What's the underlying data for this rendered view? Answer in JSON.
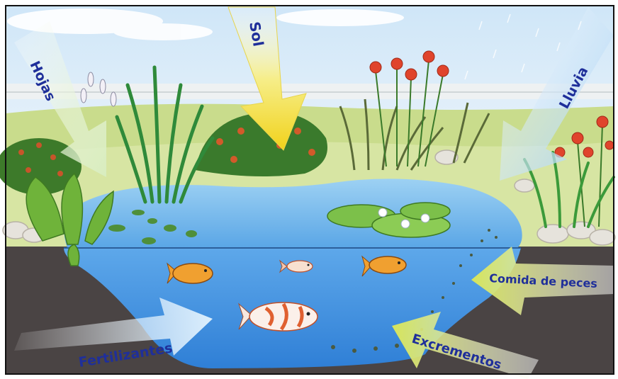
{
  "labels": {
    "sol": "Sol",
    "hojas": "Hojas",
    "lluvia": "Lluvia",
    "comida": "Comida de peces",
    "fertilizantes": "Fertilizantes",
    "excrementos": "Excrementos"
  },
  "colors": {
    "sky": "#e9f3fb",
    "pond": "#8ec7ee",
    "water_deep": "#3d8fdc",
    "soil": "#4a4444",
    "arrow_sun": "#f2e640",
    "arrow_rain": "#a9d4f5",
    "arrow_leaves": "#dff0c8",
    "arrow_food": "#d9e86a",
    "label_text": "#1f2f9a",
    "fish": "#f0a030",
    "flowers": "#e0442c"
  }
}
